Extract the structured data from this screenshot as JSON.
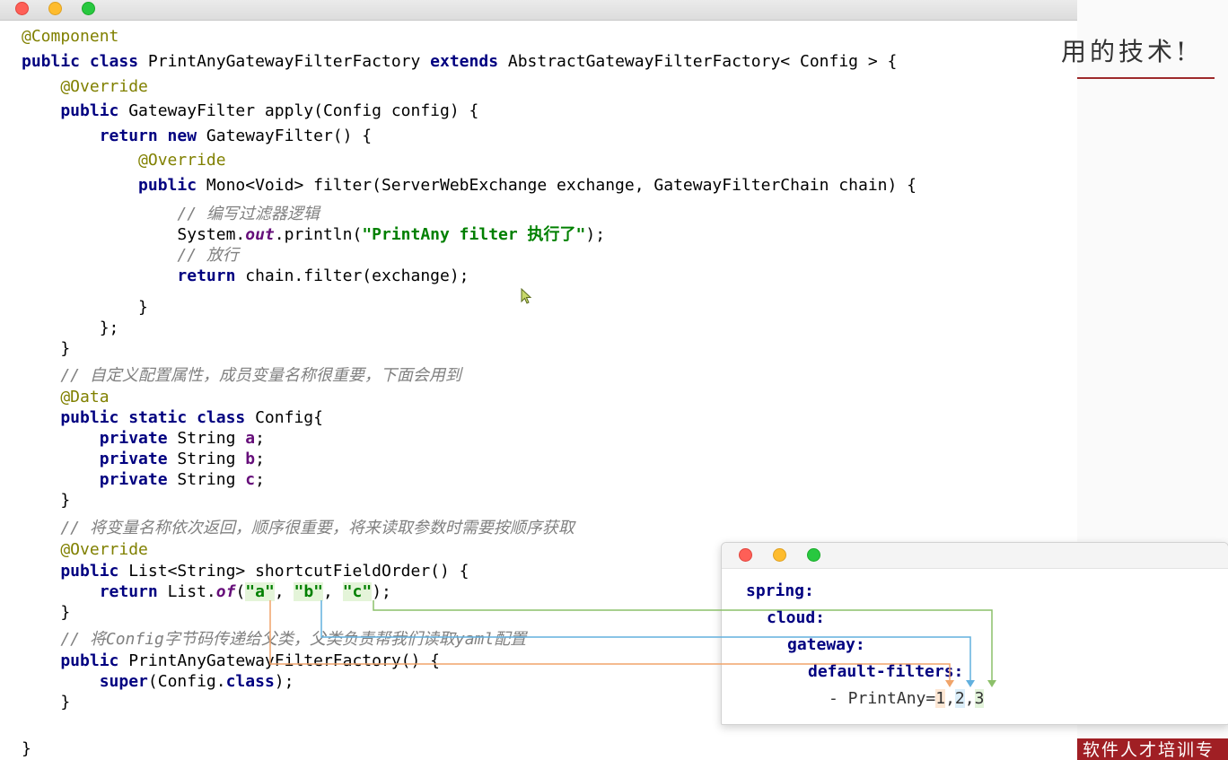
{
  "code": {
    "lines": [
      [
        {
          "t": "@Component",
          "c": "ann"
        }
      ],
      [
        {
          "t": "public class ",
          "c": "kw"
        },
        {
          "t": "PrintAnyGatewayFilterFactory ",
          "c": "plain"
        },
        {
          "t": "extends ",
          "c": "kw"
        },
        {
          "t": "AbstractGatewayFilterFactory< Config > {",
          "c": "plain"
        }
      ],
      [
        {
          "t": "    @Override",
          "c": "ann"
        }
      ],
      [
        {
          "t": "    public ",
          "c": "kw"
        },
        {
          "t": "GatewayFilter apply(Config config) {",
          "c": "plain"
        }
      ],
      [
        {
          "t": "        return new ",
          "c": "kw"
        },
        {
          "t": "GatewayFilter() {",
          "c": "plain"
        }
      ],
      [
        {
          "t": "            @Override",
          "c": "ann"
        }
      ],
      [
        {
          "t": "            public ",
          "c": "kw"
        },
        {
          "t": "Mono<Void> filter(ServerWebExchange exchange, GatewayFilterChain chain) {",
          "c": "plain"
        }
      ],
      [
        {
          "t": "                // 编写过滤器逻辑",
          "c": "cm"
        }
      ],
      [
        {
          "t": "                System.",
          "c": "plain"
        },
        {
          "t": "out",
          "c": "ital"
        },
        {
          "t": ".println(",
          "c": "plain"
        },
        {
          "t": "\"PrintAny filter 执行了\"",
          "c": "str"
        },
        {
          "t": ");",
          "c": "plain"
        }
      ],
      [
        {
          "t": "                // 放行",
          "c": "cm"
        }
      ],
      [
        {
          "t": "                return ",
          "c": "kw"
        },
        {
          "t": "chain.filter(exchange);",
          "c": "plain"
        }
      ],
      [
        {
          "t": "            }",
          "c": "plain"
        }
      ],
      [
        {
          "t": "        };",
          "c": "plain"
        }
      ],
      [
        {
          "t": "    }",
          "c": "plain"
        }
      ],
      [
        {
          "t": "    // 自定义配置属性，成员变量名称很重要，下面会用到",
          "c": "cm"
        }
      ],
      [
        {
          "t": "    @Data",
          "c": "ann"
        }
      ],
      [
        {
          "t": "    public static class ",
          "c": "kw"
        },
        {
          "t": "Config{",
          "c": "plain"
        }
      ],
      [
        {
          "t": "        private ",
          "c": "kw"
        },
        {
          "t": "String ",
          "c": "plain"
        },
        {
          "t": "a",
          "c": "fld"
        },
        {
          "t": ";",
          "c": "plain"
        }
      ],
      [
        {
          "t": "        private ",
          "c": "kw"
        },
        {
          "t": "String ",
          "c": "plain"
        },
        {
          "t": "b",
          "c": "fld"
        },
        {
          "t": ";",
          "c": "plain"
        }
      ],
      [
        {
          "t": "        private ",
          "c": "kw"
        },
        {
          "t": "String ",
          "c": "plain"
        },
        {
          "t": "c",
          "c": "fld"
        },
        {
          "t": ";",
          "c": "plain"
        }
      ],
      [
        {
          "t": "    }",
          "c": "plain"
        }
      ],
      [
        {
          "t": "    // 将变量名称依次返回，顺序很重要，将来读取参数时需要按顺序获取",
          "c": "cm"
        }
      ],
      [
        {
          "t": "    @Override",
          "c": "ann"
        }
      ],
      [
        {
          "t": "    public ",
          "c": "kw"
        },
        {
          "t": "List<String> shortcutFieldOrder() {",
          "c": "plain"
        }
      ],
      [
        {
          "t": "        return ",
          "c": "kw"
        },
        {
          "t": "List.",
          "c": "plain"
        },
        {
          "t": "of",
          "c": "ital"
        },
        {
          "t": "(",
          "c": "plain"
        },
        {
          "t": "\"a\"",
          "c": "str hl"
        },
        {
          "t": ", ",
          "c": "plain"
        },
        {
          "t": "\"b\"",
          "c": "str hl"
        },
        {
          "t": ", ",
          "c": "plain"
        },
        {
          "t": "\"c\"",
          "c": "str hl"
        },
        {
          "t": ");",
          "c": "plain"
        }
      ],
      [
        {
          "t": "    }",
          "c": "plain"
        }
      ],
      [
        {
          "t": "    // 将Config字节码传递给父类，父类负责帮我们读取yaml配置",
          "c": "cm"
        }
      ],
      [
        {
          "t": "    public ",
          "c": "kw"
        },
        {
          "t": "PrintAnyGatewayFilterFactory() {",
          "c": "plain"
        }
      ],
      [
        {
          "t": "        super",
          "c": "kw"
        },
        {
          "t": "(Config.",
          "c": "plain"
        },
        {
          "t": "class",
          "c": "kw"
        },
        {
          "t": ");",
          "c": "plain"
        }
      ],
      [
        {
          "t": "    }",
          "c": "plain"
        }
      ],
      [
        {
          "t": "",
          "c": "plain"
        }
      ],
      [
        {
          "t": "}",
          "c": "plain"
        }
      ]
    ]
  },
  "yaml": {
    "spring": "spring:",
    "cloud": "cloud:",
    "gateway": "gateway:",
    "default_filters": "default-filters:",
    "item_prefix": "- PrintAny=",
    "arg1": "1",
    "arg2": "2",
    "arg3": "3",
    "sep": ","
  },
  "side": {
    "heading": "用的技术!",
    "banner": "软件人才培训专"
  },
  "colors": {
    "connector_a": "#f0a46a",
    "connector_b": "#62b0de",
    "connector_c": "#8cc06a"
  }
}
